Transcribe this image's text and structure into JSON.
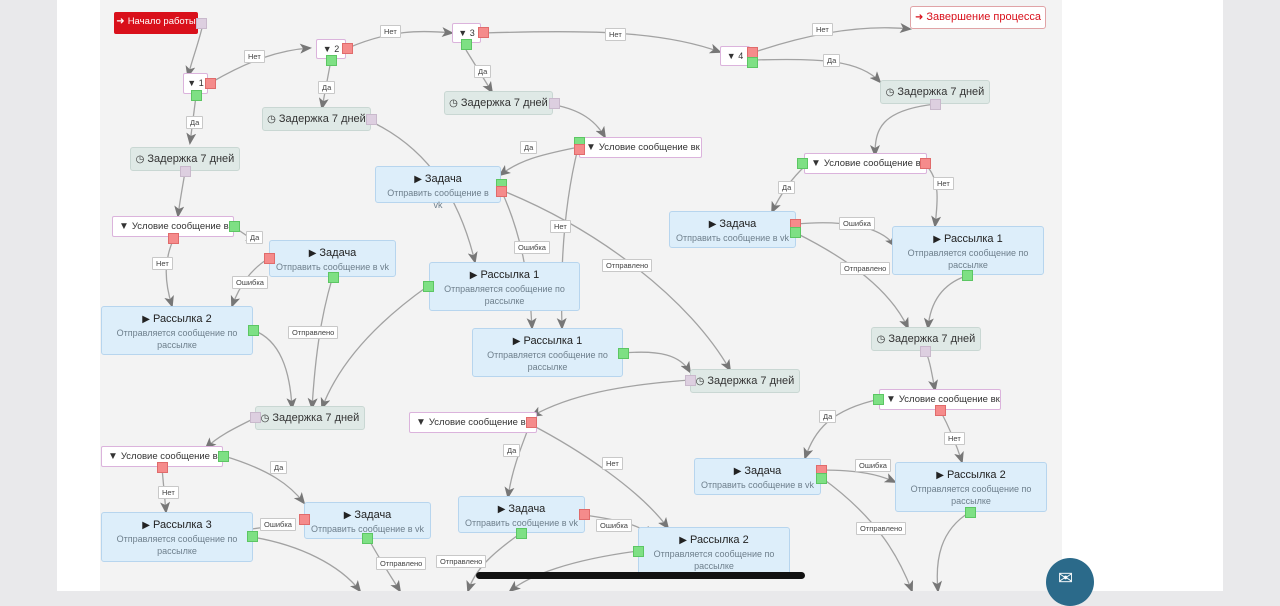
{
  "icons": {
    "funnel": "▼",
    "clock": "◷",
    "play": "▶",
    "signin": "➜",
    "signout": "➜"
  },
  "start": {
    "label": "Начало работы"
  },
  "end": {
    "label": "Завершение процесса"
  },
  "filters": [
    "1",
    "2",
    "3",
    "4"
  ],
  "delay_label": "Задержка 7 дней",
  "task": {
    "title": "Задача",
    "sub": "Отправить сообщение в vk"
  },
  "mail": {
    "title1": "Рассылка 1",
    "title2": "Рассылка 2",
    "title3": "Рассылка 3",
    "sub": "Отправляется сообщение по рассылке"
  },
  "cond_label": "Условие сообщение вк",
  "edges": {
    "yes": "Да",
    "no": "Нет",
    "error": "Ошибка",
    "sent": "Отправлено"
  },
  "colors": {
    "port_yes": "#7ee084",
    "port_no": "#f58b8b",
    "port_neutral": "#ddcfe0",
    "start_bg": "#d9101b",
    "edge": "#9a9a9a"
  }
}
